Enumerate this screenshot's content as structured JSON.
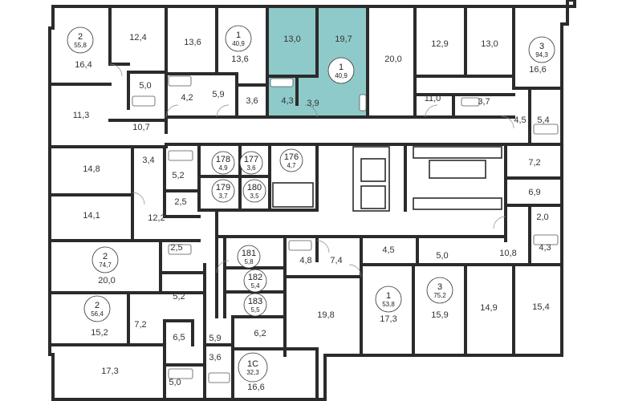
{
  "highlight": {
    "color": "#8fcaca",
    "wall_color": "#2b2b2b"
  },
  "apartments": [
    {
      "id": "apt-2-558",
      "num": "2",
      "area": "55,8"
    },
    {
      "id": "apt-1-409-top",
      "num": "1",
      "area": "40,9"
    },
    {
      "id": "apt-1-409-selected",
      "num": "1",
      "area": "40,9",
      "selected": true
    },
    {
      "id": "apt-3-943",
      "num": "3",
      "area": "94,3"
    },
    {
      "id": "apt-178",
      "num": "178",
      "area": "4,9"
    },
    {
      "id": "apt-177",
      "num": "177",
      "area": "3,6"
    },
    {
      "id": "apt-176",
      "num": "176",
      "area": "4,7"
    },
    {
      "id": "apt-179",
      "num": "179",
      "area": "3,7"
    },
    {
      "id": "apt-180",
      "num": "180",
      "area": "3,5"
    },
    {
      "id": "apt-2-747",
      "num": "2",
      "area": "74,7"
    },
    {
      "id": "apt-181",
      "num": "181",
      "area": "5,8"
    },
    {
      "id": "apt-182",
      "num": "182",
      "area": "5,4"
    },
    {
      "id": "apt-183",
      "num": "183",
      "area": "5,5"
    },
    {
      "id": "apt-2-564",
      "num": "2",
      "area": "56,4"
    },
    {
      "id": "apt-1-538",
      "num": "1",
      "area": "53,8"
    },
    {
      "id": "apt-3-752",
      "num": "3",
      "area": "75,2"
    },
    {
      "id": "apt-1c-323",
      "num": "1С",
      "area": "32,3"
    }
  ],
  "rooms": [
    "16,4",
    "12,4",
    "13,6",
    "13,6",
    "13,0",
    "19,7",
    "20,0",
    "12,9",
    "13,0",
    "16,6",
    "5,0",
    "4,2",
    "5,9",
    "3,6",
    "4,3",
    "3,9",
    "11,0",
    "3,7",
    "4,5",
    "5,4",
    "11,3",
    "10,7",
    "14,8",
    "3,4",
    "5,2",
    "2,5",
    "7,2",
    "6,9",
    "14,1",
    "12,2",
    "2,0",
    "4,3",
    "2,5",
    "4,8",
    "7,4",
    "4,5",
    "5,0",
    "10,8",
    "20,0",
    "5,2",
    "19,8",
    "17,3",
    "15,9",
    "14,9",
    "15,4",
    "15,2",
    "7,2",
    "6,5",
    "5,9",
    "6,2",
    "17,3",
    "5,0",
    "3,6",
    "16,6"
  ]
}
